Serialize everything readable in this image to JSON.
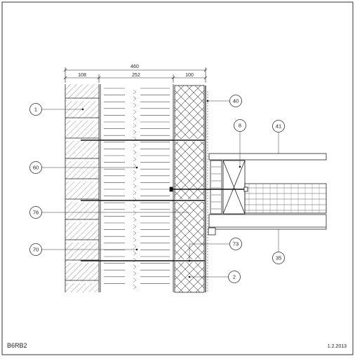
{
  "drawing": {
    "code": "B6RB2",
    "date": "1.2.2013"
  },
  "dimensions": {
    "overall": "460",
    "segments": [
      "108",
      "252",
      "100"
    ]
  },
  "callouts": {
    "c1": "1",
    "c60": "60",
    "c76": "76",
    "c70": "70",
    "c40": "40",
    "c8": "8",
    "c41": "41",
    "c73": "73",
    "c2": "2",
    "c35": "35"
  }
}
